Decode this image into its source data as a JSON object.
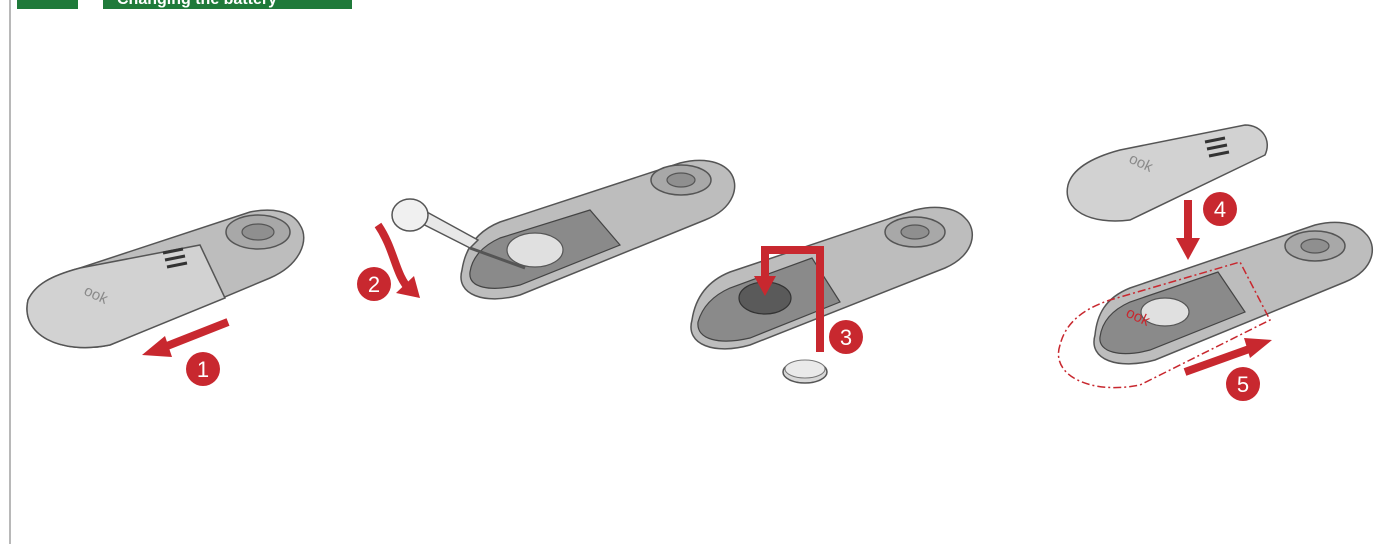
{
  "header": {
    "badge_text": "",
    "title_text": "Changing the battery"
  },
  "diagram": {
    "accent_color": "#c8282f",
    "device_color": "#c9c9c9",
    "steps": [
      {
        "number": "1",
        "action": "slide-off-cover"
      },
      {
        "number": "2",
        "action": "lever-out-battery"
      },
      {
        "number": "3",
        "action": "insert-battery"
      },
      {
        "number": "4",
        "action": "place-cover"
      },
      {
        "number": "5",
        "action": "slide-on-cover"
      }
    ],
    "brand_mark": "ook"
  }
}
